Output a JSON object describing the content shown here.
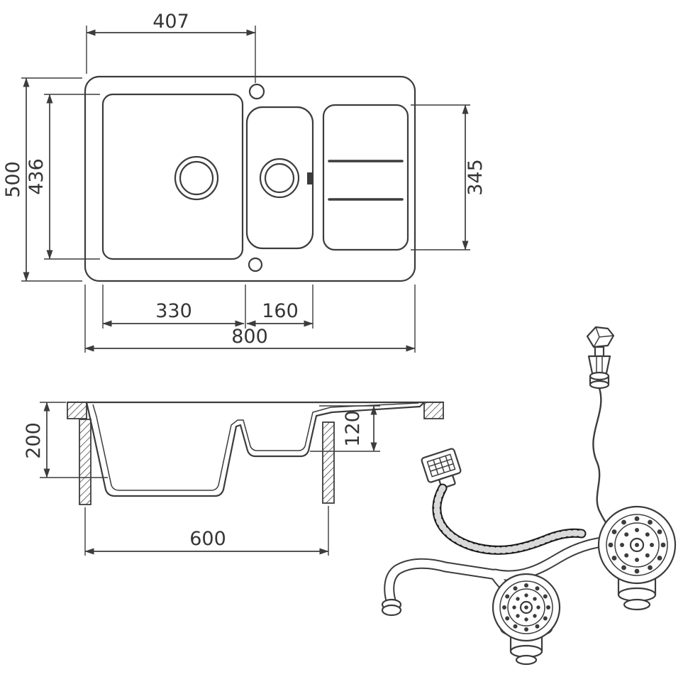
{
  "page": {
    "title": "Kitchen sink technical drawing"
  },
  "colors": {
    "line": "#3c3c3c",
    "background": "#ffffff"
  },
  "top_view": {
    "dim_top_width": "407",
    "dim_overall_height": "500",
    "dim_bowl_height": "436",
    "dim_drainer_height": "345",
    "dim_bowl_width": "330",
    "dim_small_bowl_width": "160",
    "dim_overall_width": "800"
  },
  "section_view": {
    "dim_bowl_depth": "200",
    "dim_small_bowl_depth": "120",
    "dim_cabinet_width": "600"
  }
}
